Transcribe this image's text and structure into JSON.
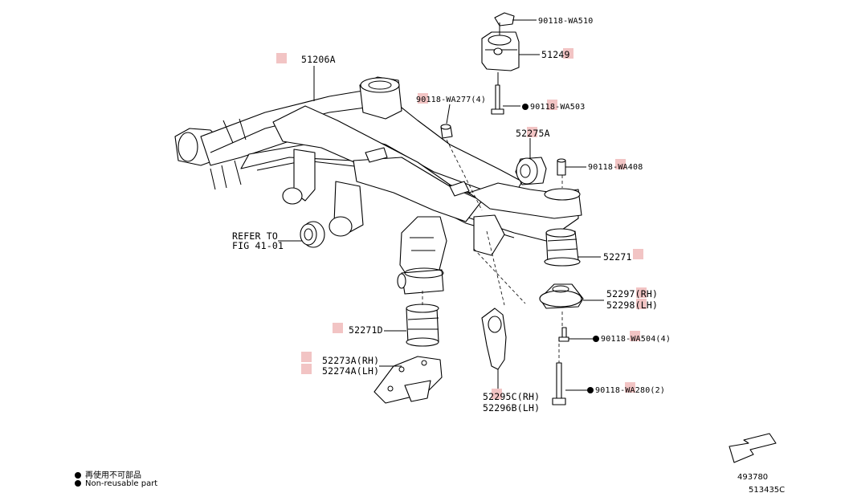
{
  "labels": {
    "subframe": "51206A",
    "refer_to": "REFER TO",
    "refer_fig": "FIG 41-01",
    "bolt_top": "90118-WA510",
    "mount_top": "51249",
    "bolt_a": "90118-WA277(4)",
    "bolt_b": "90118-WA503",
    "bushing_arm": "52275A",
    "bolt_c": "90118-WA408",
    "cushion_right": "52271",
    "stopper_rh": "52297(RH)",
    "stopper_lh": "52298(LH)",
    "bolt_d": "90118-WA504(4)",
    "bolt_e": "90118-WA280(2)",
    "cushion_left": "52271D",
    "bracket_rh": "52273A(RH)",
    "bracket_lh": "52274A(LH)",
    "brace_rh": "52295C(RH)",
    "brace_lh": "52296B(LH)"
  },
  "legend": {
    "line1": "再使用不可部品",
    "line2": "Non-reusable part"
  },
  "footer": {
    "code1": "493780",
    "code2": "513435C"
  }
}
